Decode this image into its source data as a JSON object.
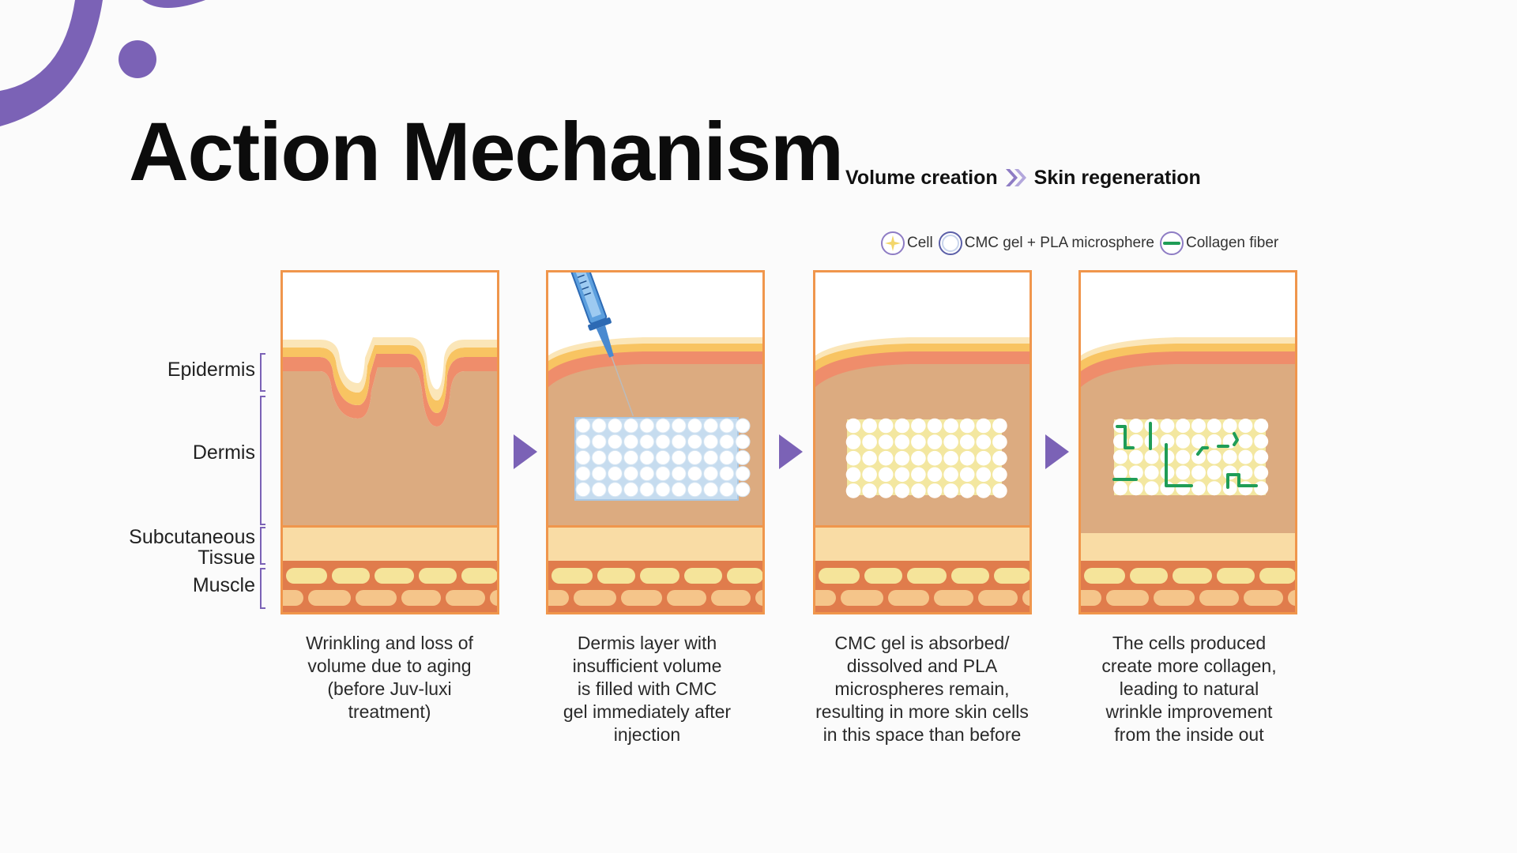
{
  "header": {
    "title": "Action Mechanism",
    "subtitle_left": "Volume creation",
    "subtitle_right": "Skin regeneration"
  },
  "legend": [
    {
      "label": "Cell",
      "icon": "cell-icon"
    },
    {
      "label": "CMC gel + PLA microsphere",
      "icon": "microsphere-icon"
    },
    {
      "label": "Collagen fiber",
      "icon": "collagen-fiber-icon"
    }
  ],
  "layers": {
    "epidermis": "Epidermis",
    "dermis": "Dermis",
    "subcutaneous_line1": "Subcutaneous",
    "subcutaneous_line2": "Tissue",
    "muscle": "Muscle"
  },
  "steps": [
    {
      "caption": [
        "Wrinkling and loss of",
        "volume due to aging",
        "(before Juv-luxi",
        "treatment)"
      ]
    },
    {
      "caption": [
        "Dermis layer with",
        "insufficient volume",
        "is filled with CMC",
        "gel immediately after",
        "injection"
      ]
    },
    {
      "caption": [
        "CMC gel is absorbed/",
        "dissolved and PLA",
        "microspheres remain,",
        "resulting in more skin cells",
        "in this space than before"
      ]
    },
    {
      "caption": [
        "The cells produced",
        "create more collagen,",
        "leading to natural",
        "wrinkle improvement",
        "from the inside out"
      ]
    }
  ],
  "colors": {
    "accent_purple": "#7b62b6",
    "panel_border": "#f0964c",
    "epidermis_light": "#f8c462",
    "epidermis_pale": "#fbe6b8",
    "epidermis_dark": "#ef8d6b",
    "dermis": "#dcab80",
    "subcutaneous": "#f9dca5",
    "muscle": "#e07c4c",
    "muscle_cell": "#f5e49a",
    "collagen": "#1f9d57"
  }
}
